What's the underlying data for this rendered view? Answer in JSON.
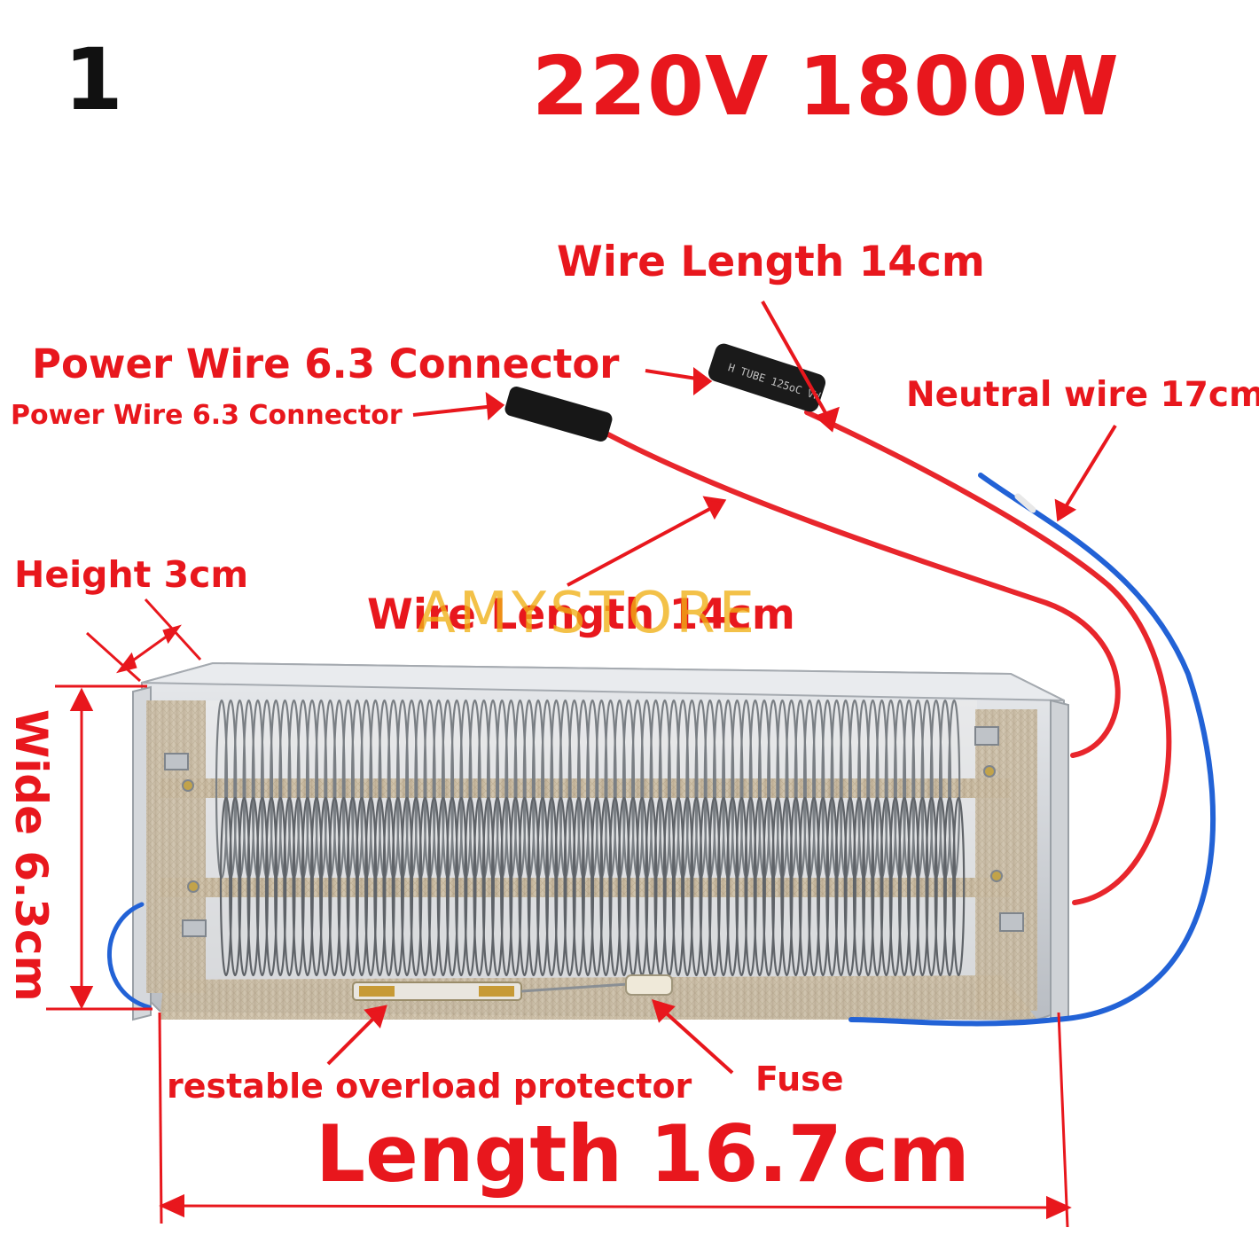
{
  "variant_number": "1",
  "spec": "220V 1800W",
  "labels": {
    "wire_length_top": "Wire Length 14cm",
    "power_connector_large": "Power Wire 6.3 Connector",
    "power_connector_small": "Power Wire 6.3 Connector",
    "neutral_wire": "Neutral wire 17cm",
    "height": "Height 3cm",
    "wire_length_mid": "Wire Length 14cm",
    "wide": "Wide 6.3cm",
    "overload_protector": "restable overload protector",
    "fuse": "Fuse",
    "length": "Length 16.7cm"
  },
  "watermark": "AMYSTORE",
  "connector_print": "H TUBE 125oC VW",
  "colors": {
    "annotation": "#e8171d",
    "red_wire": "#e8262c",
    "blue_wire": "#2262d6",
    "frame": "#c9ccd1",
    "mica": "#b9a88e",
    "coil": "#6f7377"
  }
}
